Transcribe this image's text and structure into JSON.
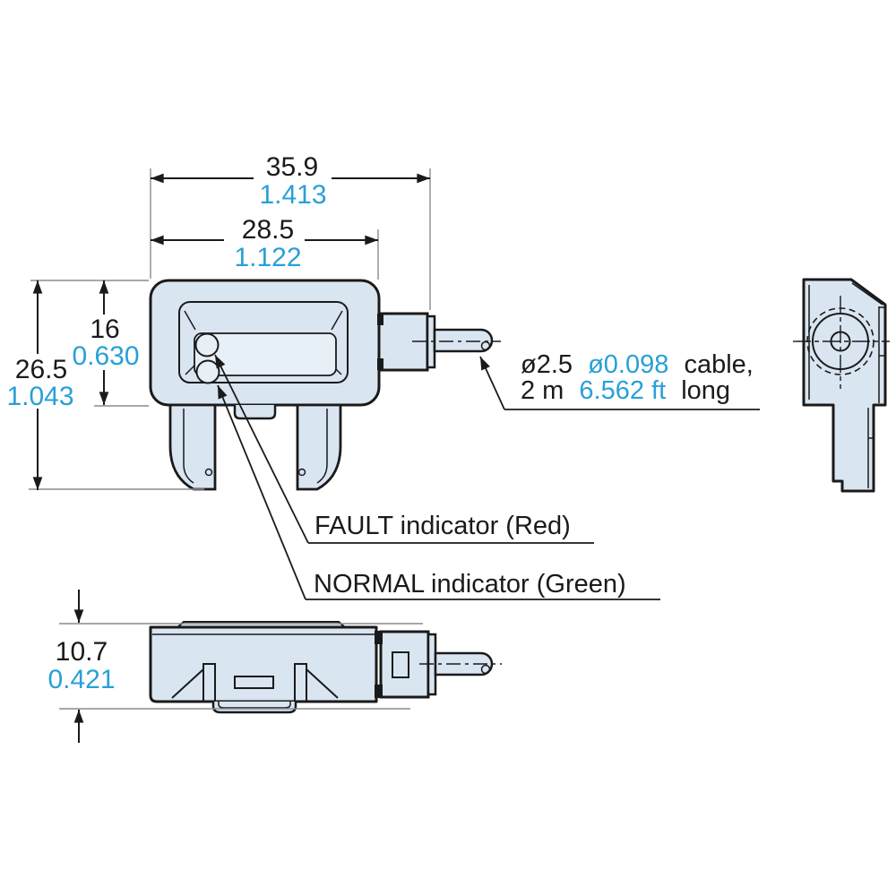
{
  "colors": {
    "background": "#ffffff",
    "body_fill": "#d9e5f0",
    "recess_fill": "#e7eff7",
    "outline": "#1a1a1a",
    "extension_line": "#8c8c8c",
    "accent_blue": "#28a0d7",
    "text_black": "#1a1a1a"
  },
  "dimensions": {
    "overall_width": {
      "mm": "35.9",
      "inch": "1.413"
    },
    "display_width": {
      "mm": "28.5",
      "inch": "1.122"
    },
    "body_height": {
      "mm": "16",
      "inch": "0.630"
    },
    "overall_height": {
      "mm": "26.5",
      "inch": "1.043"
    },
    "thickness": {
      "mm": "10.7",
      "inch": "0.421"
    }
  },
  "annotations": {
    "cable_spec": {
      "diameter_mm": "ø2.5",
      "diameter_inch": "ø0.098",
      "diameter_suffix": "cable,",
      "length_m": "2 m",
      "length_ft": "6.562 ft",
      "length_suffix": "long"
    },
    "fault_indicator": "FAULT indicator (Red)",
    "normal_indicator": "NORMAL indicator (Green)"
  }
}
